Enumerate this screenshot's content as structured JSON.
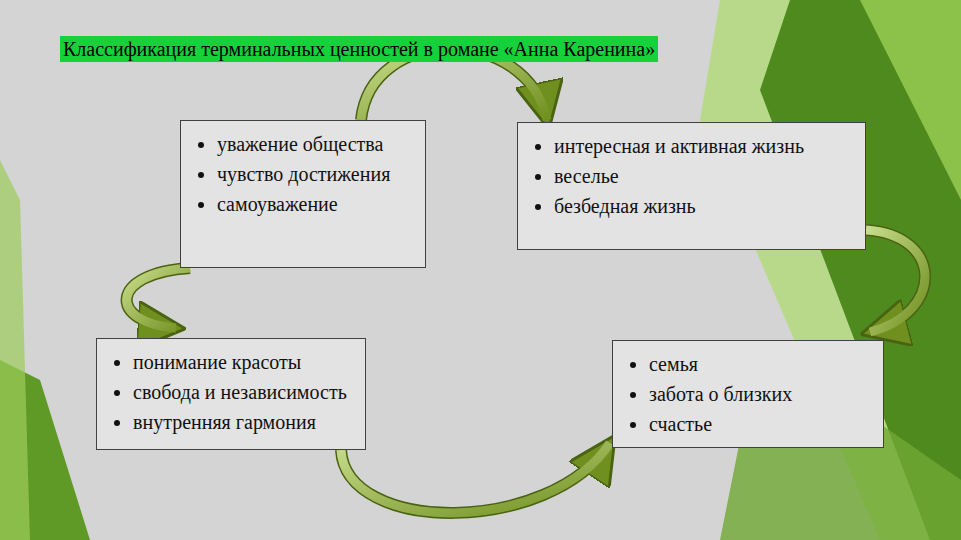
{
  "diagram": {
    "title": "Классификация терминальных ценностей в романе «Анна Каренина»",
    "nodes": [
      {
        "text": [
          "уважение общества",
          "чувство достижения",
          "самоуважение"
        ]
      },
      {
        "text": [
          "интересная и активная жизнь",
          "веселье",
          "безбедная жизнь"
        ]
      },
      {
        "text": [
          "понимание красоты",
          "свобода и независимость",
          "внутренняя гармония"
        ]
      },
      {
        "text": [
          "семья",
          "забота о близких",
          "счастье"
        ]
      }
    ],
    "edges": [
      {
        "from": 0,
        "to": 1,
        "arrow": "to"
      },
      {
        "from": 1,
        "to": 3,
        "arrow": "to"
      },
      {
        "from": 0,
        "to": 2,
        "arrow": "to"
      },
      {
        "from": 2,
        "to": 3,
        "arrow": "to"
      }
    ]
  }
}
